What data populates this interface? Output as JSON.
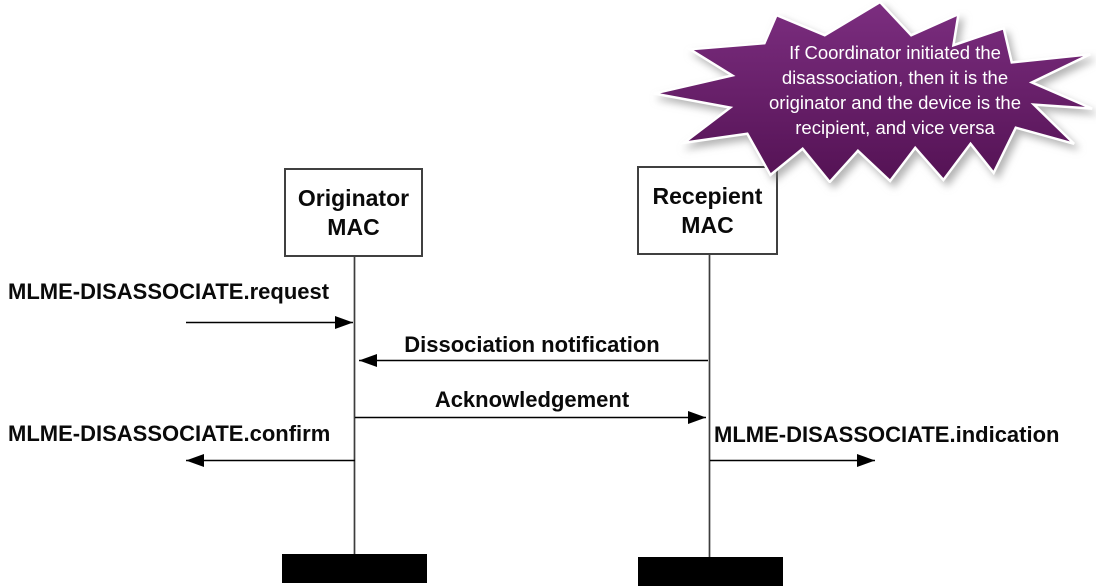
{
  "callout": {
    "lines": [
      "If Coordinator initiated the",
      "disassociation, then it is the",
      "originator and the device is the",
      "recipient, and vice versa"
    ],
    "fill_top": "#7C2E80",
    "fill_bottom": "#541254",
    "outline": "#FFFFFF",
    "text_color": "#FFFFFF"
  },
  "actors": {
    "originator": {
      "label": "Originator\nMAC"
    },
    "recipient": {
      "label": "Recepient\nMAC"
    }
  },
  "messages": {
    "request": {
      "label": "MLME-DISASSOCIATE.request",
      "direction": "into-originator"
    },
    "notification": {
      "label": "Dissociation notification",
      "direction": "recipient-to-originator"
    },
    "ack": {
      "label": "Acknowledgement",
      "direction": "originator-to-recipient"
    },
    "confirm": {
      "label": "MLME-DISASSOCIATE.confirm",
      "direction": "out-of-originator"
    },
    "indication": {
      "label": "MLME-DISASSOCIATE.indication",
      "direction": "out-of-recipient"
    }
  },
  "colors": {
    "arrow_line": "#000000",
    "lifeline": "#3D3D3D",
    "box_border": "#404040",
    "termination_bar": "#000000",
    "label_text": "#0A0A0A"
  }
}
